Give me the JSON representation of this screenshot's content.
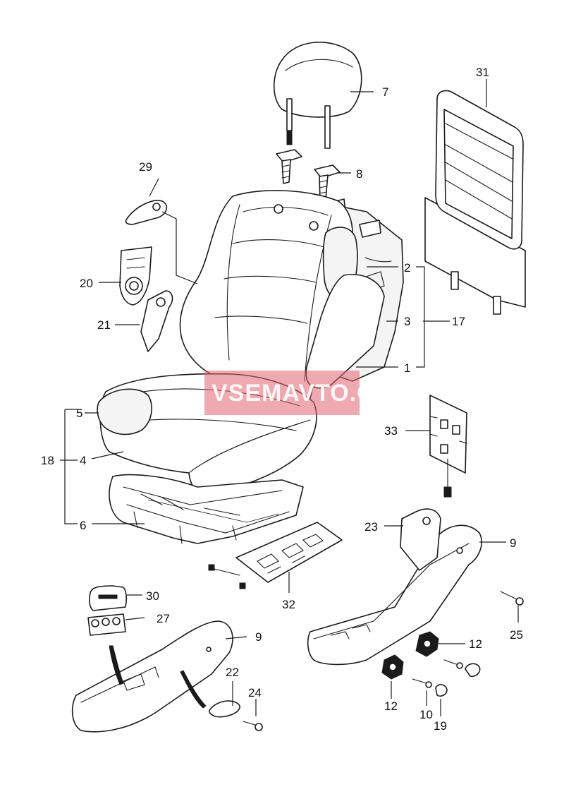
{
  "watermark": {
    "text": "VSEMAVTO.COM"
  },
  "callouts": [
    "1",
    "2",
    "3",
    "4",
    "5",
    "6",
    "7",
    "8",
    "9",
    "9",
    "10",
    "12",
    "12",
    "17",
    "18",
    "19",
    "20",
    "21",
    "22",
    "23",
    "24",
    "25",
    "27",
    "29",
    "30",
    "31",
    "32",
    "33"
  ]
}
